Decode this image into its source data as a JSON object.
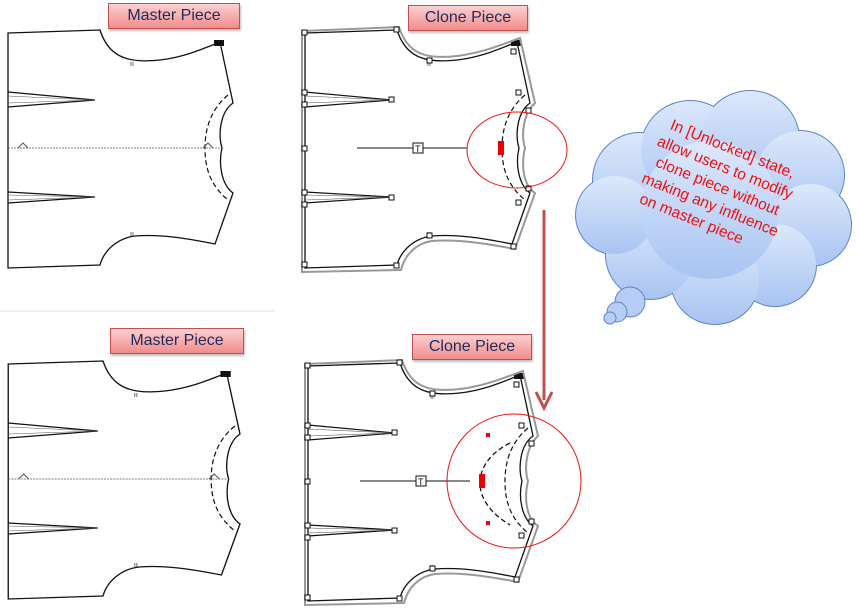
{
  "labels": {
    "top_master": "Master Piece",
    "top_clone": "Clone Piece",
    "bottom_master": "Master Piece",
    "bottom_clone": "Clone Piece"
  },
  "callout": {
    "lines": [
      "In [Unlocked] state,",
      "allow users to modify",
      "clone piece without",
      "making any influence",
      "on master piece"
    ]
  },
  "colors": {
    "highlight": "#ee1111",
    "arrow": "#c0504d",
    "cloud_fill": "#b7cdf5",
    "cloud_stroke": "#5b84c4"
  }
}
